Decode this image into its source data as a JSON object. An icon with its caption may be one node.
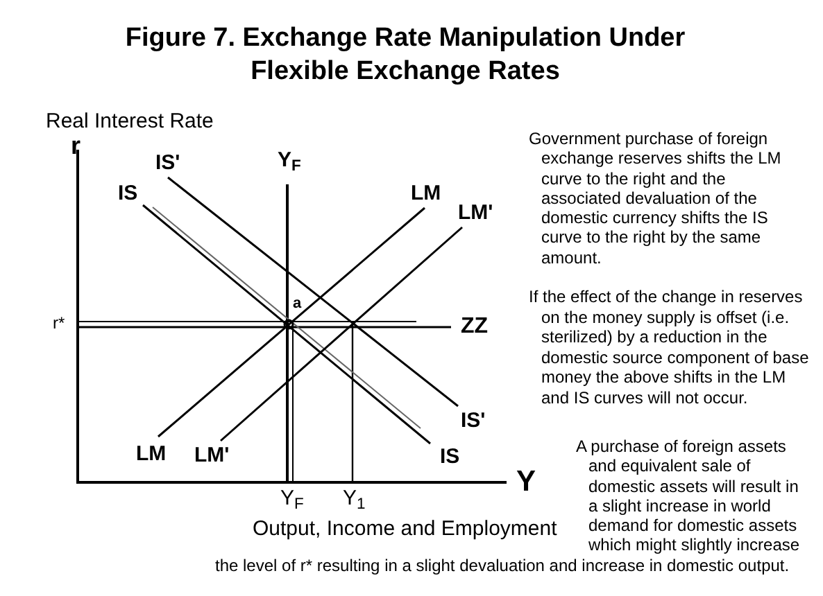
{
  "diagram": {
    "title": "Figure 7. Exchange Rate Manipulation Under Flexible Exchange Rates",
    "labels": [
      "Real Interest Rate",
      "r",
      "IS'",
      "Y$_{F}$",
      "IS",
      "LM",
      "LM'",
      "a",
      "r*",
      "ZZ",
      "IS'",
      "LM",
      "LM'",
      "IS",
      "Y",
      "Y$_{F}$",
      "Y$_{1}$",
      "Output, Income and Employment",
      "Government purchase of foreign exchange reserves shifts the LM curve to the right and the associated devaluation of the domestic currency shifts the IS curve to the right by the same amount.",
      "If the effect of the change in reserves on the money supply is offset (i.e. sterilized) by a reduction in the domestic source component of base money the above shifts in the LM and IS curves will not occur.",
      "A purchase of foreign assets and equivalent sale of domestic assets will result in a slight increase in world demand for domestic assets which might slightly increase",
      "the level of r* resulting in a slight devaluation and increase in domestic output."
    ]
  }
}
